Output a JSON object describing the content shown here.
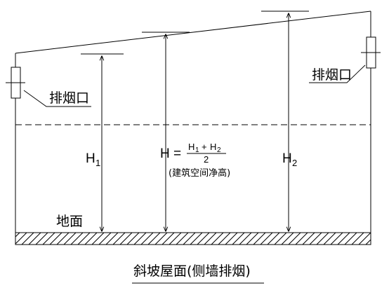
{
  "diagram": {
    "label_vent_left": "排烟口",
    "label_vent_right": "排烟口",
    "label_ground": "地面",
    "h1": {
      "main": "H",
      "sub": "1"
    },
    "h2": {
      "main": "H",
      "sub": "2"
    },
    "h_formula": {
      "lhs": "H =",
      "num_a": "H",
      "num_a_sub": "1",
      "plus": "+",
      "num_b": "H",
      "num_b_sub": "2",
      "denominator": "2",
      "note": "(建筑空间净高)"
    },
    "caption": "斜坡屋面(侧墙排烟)"
  }
}
